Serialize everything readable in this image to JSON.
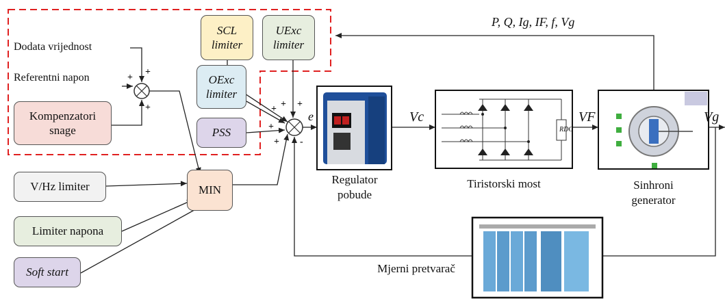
{
  "blocks": {
    "dodata": "Dodata vrijednost",
    "referentni": "Referentni napon",
    "kompenzator": "Kompenzatori\nsnage",
    "scl": "SCL\nlimiter",
    "uexc": "UExc\nlimiter",
    "oexc": "OExc\nlimiter",
    "pss": "PSS",
    "vhz": "V/Hz limiter",
    "limiter_napona": "Limiter napona",
    "soft_start": "Soft start",
    "min": "MIN"
  },
  "captions": {
    "regulator": "Regulator\npobude",
    "tiristorski": "Tiristorski most",
    "sinhroni": "Sinhroni\ngenerator",
    "mjerni": "Mjerni pretvarač"
  },
  "signals": {
    "feedback": "P, Q, Ig, IF, f, Vg",
    "e": "e",
    "vc": "Vc",
    "vf": "VF",
    "vg": "Vg",
    "rdc": "RDC"
  },
  "signs": {
    "plus": "+",
    "minus": "-"
  },
  "colors": {
    "kompenzator": "#f7dcd8",
    "scl": "#fdf0c6",
    "uexc": "#e7eedf",
    "oexc": "#dcecf3",
    "pss": "#ddd5ea",
    "vhz": "#f2f2f2",
    "limiter_napona": "#e7eedf",
    "soft_start": "#ddd5ea",
    "min": "#fbe3d2",
    "dashed": "#e02020"
  }
}
